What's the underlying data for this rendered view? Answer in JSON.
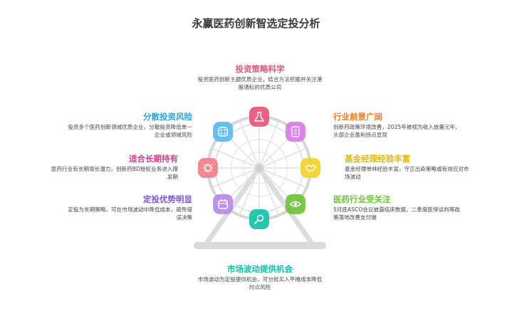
{
  "title": "永赢医药创新智选定投分析",
  "colors": {
    "pink": "#e8557a",
    "orange": "#f07e2c",
    "purple": "#8b4fd8",
    "yellow": "#e8b800",
    "green": "#6cc33a",
    "teal": "#12c2a6",
    "blue": "#2aa3e0",
    "magenta": "#e0378f",
    "violet": "#7b54e0"
  },
  "points": {
    "top": {
      "title": "投资策略科学",
      "desc1": "投资医药创新主题优质企业，结合方法挖掘并关注港",
      "desc2": "股通标的优质公司",
      "icon": "flask-icon"
    },
    "right1": {
      "title": "行业前景广阔",
      "desc1": "创新药政策环境改善，2025年被视为收入放量元年,",
      "desc2": "头部企业盈利拐点显现",
      "icon": "tablet-icon"
    },
    "right2": {
      "title": "基金经理经验丰富",
      "desc1": "基金经理单林经验丰富，守正出奇策略或有效应对市",
      "desc2": "场波动",
      "icon": "handshake-icon"
    },
    "right3": {
      "title": "医药行业受关注",
      "desc1": "5月底ASCO会议披露临床数据，二季度医保谈判等政",
      "desc2": "策落地改善支付端",
      "icon": "eye-icon"
    },
    "bottom": {
      "title": "市场波动提供机会",
      "desc1": "市场波动为定投提供机会，可分批买入平摊成本降低",
      "desc2": "时点风险",
      "icon": "search-icon"
    },
    "left3": {
      "title": "定投优势明显",
      "desc1": "定投为长期策略，可在市场波动中降低成本，避免错",
      "desc2": "误决策",
      "icon": "calendar-icon"
    },
    "left2": {
      "title": "适合长期持有",
      "desc1": "医药行业有长期增长潜力，创新药BD授权业务进入爆",
      "desc2": "发期",
      "icon": "virus-icon"
    },
    "left1": {
      "title": "分散投资风险",
      "desc1": "投资多个医药创新领域优质企业，分散投资降低单一",
      "desc2": "企业或领域风险",
      "icon": "pills-icon"
    }
  }
}
